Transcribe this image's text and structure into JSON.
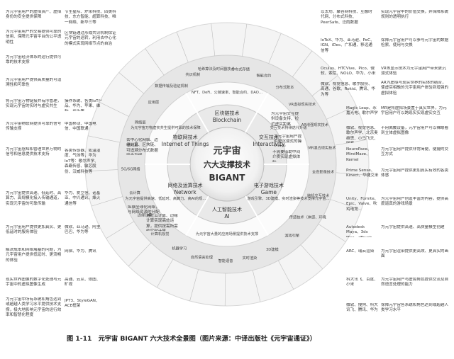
{
  "caption": "图 1-11　元宇宙 BIGANT 六大技术全景图（图片来源：中译出版社《元宇宙通证》）",
  "center": {
    "line1": "元宇宙",
    "line2": "六大支撑技术",
    "line3": "BIGANT"
  },
  "sectors": [
    {
      "cn": "区块链技术",
      "en": "Blockchain"
    },
    {
      "cn": "交互技术",
      "en": "Interactivity"
    },
    {
      "cn": "电子游戏技术",
      "en": "Game"
    },
    {
      "cn": "人工智能技术",
      "en": "AI"
    },
    {
      "cn": "网络及运算技术",
      "en": "Network"
    },
    {
      "cn": "物联网技术",
      "en": "Internet of Things"
    }
  ],
  "ring_labels": [
    "NFT、DeFi、公链速率、智能合约、DAO社区生态、去中心化交易所、分布式存储等区块链技术支撑元宇宙经济体系",
    "交互技术持续迭代升级",
    "游戏引擎、3D建模、实时渲染等技术支撑元宇宙内容",
    "为元宇宙大量的应用场景提供技术支撑",
    "为元宇宙提供高速、低延时、高算力、高AI的规模化接入",
    "为元宇宙万物虚实共生提供可靠的技术保障"
  ],
  "outer_labels": [
    "分布式存储",
    "智能合约",
    "分布式账本",
    "VR虚拟现实技术",
    "AR增强现实技术",
    "MR混合现实技术",
    "全息影像技术",
    "脑机交互技术",
    "传感技术（体感、环境等）",
    "游戏引擎",
    "3D建模",
    "实时渲染",
    "智能语音",
    "自然语言处理",
    "机器学习",
    "计算机视觉",
    "边缘计算",
    "云计算",
    "5G/6G网络",
    "感知层",
    "网络层",
    "应用层",
    "数据传输及验证机制",
    "共识机制",
    "哈希算法及时间戳技术"
  ],
  "left_notes": [
    "为元宇宙用户的虚拟资产、虚拟身份的安全提供保障",
    "为元宇宙用户的交易提供可靠的信用、保障元宇宙平台的公平透明性",
    "为元宇宙经济体系的运行提供可靠的技术支撑",
    "为元宇宙用户提供高质量的可追溯性和可靠性",
    "将元宇宙万物链接并有序管理，实现元宇宙的实时与虚实共生",
    "为元宇宙物联网提供可靠的信号传输支撑",
    "为元宇宙感知和管理世界万物的信号和信息提供技术支持",
    "为元宇宙提供高速、低延时、高算力、高规模化接入传输通道，实现元宇宙的可靠传输",
    "为元宇宙用户提供更加真实、更低延时的服务体验",
    "解决成本和网络堵塞的问题，为元宇宙用户提供低延时、更流畅的体验",
    "现实世界图像的数字化处理与元宇宙中的虚拟图像生成",
    "为元宇宙中所有系统和角色达到或超越人类学习水平提供技术支撑，极大地影响元宇宙的运行效率和智慧化程度"
  ],
  "company_notes": [
    "节生星际、炉米科技、四类科技、东方智能、超算科技、唯一网络、新华三等",
    "区块链通过形成共识机制保证元宇宙的运转，利用去中心化的模式实现网络节点的自治",
    "操作系统、各类IoT产品、华为、苹果、维软、华为等",
    "中国移动、中国电信、中国联通",
    "各类传感器、如温湿度、气体等，华为IoT等：歌尔声学、森霸传感、敏芯股份、汉威科技等",
    "华为、爱立信、诺基亚、中兴通讯、烽火通信等",
    "微软、亚马逊、阿里巴巴、华为等",
    "网宿、华为、腾讯",
    "高通、云从、依图、旷视",
    "JPT3、StyleGAN、ACE框架"
  ],
  "mid_notes": [
    "去中心化网络、边缘计算、区块链、可追溯分布式数据安全存储",
    "纵横全球化网络，与网络资源的分配",
    "通过云计算、边缘计算实现高效运算，提供按需所需的实时计算",
    "为元宇宙交互提供设备支持、拉近虚实距离",
    "为元宇宙用户提供更沉浸式的操控体验",
    "不需要借助中间介质实现虚拟体验"
  ],
  "right_notes": [
    "以太坊、聚谷网科技、互融时代网、分布式科技、PeerSafe、泛雨数据",
    "IoTeX、华为、亚马逊、PeC、IGN、iDec、广和通、移远通信等",
    "Oculus、HTCVive、Pico、微软、索尼、NOLO、华为、小米",
    "微软、视觉信息、歌尔股份、高通、谷歌、Rokid、腾讯、华为等",
    "Magic Leap、永嘉光电、歌尔声学",
    "微软、视觉信息、歌尔声学、北京奥维思、小马飞天、网易",
    "NeuroPace、MindMaze、Kernel",
    "Prime Sense、Kinect、华捷艾米",
    "Unity、Fornite、Epic、Valve、吹鸡电竞",
    "Autodesk Maya、3ds Max、zBrush",
    "ARC、瑞云渲染",
    "科大讯飞、百度、小米",
    "微软、搜狗、科大讯飞、腾讯、华为"
  ],
  "far_notes": [
    "实现元宇宙中的价值交换，并保障系统规则的透明执行",
    "保障元宇宙用户可以参与元宇宙的数据检索、使用与交换",
    "VR等显示技术为元宇宙用户带来更沉浸式体验",
    "AR为虚拟与现实世界的实体的结合，使虚实相融的元宇宙用户体验到增强的虚拟体验",
    "MR是将虚拟场景置于真实世界，为元宇宙用户可以跨现实实现虚实交互",
    "不用佩戴设备，元宇宙用户可以裸眼看到立体虚拟图像",
    "为元宇宙用户提供非常简便、便捷的交互方式",
    "为元宇宙用户提供更加真实有效的各类体感",
    "为元宇宙用户创造丰富的内容，提供高度逼真的游戏场景",
    "为元宇宙提供高速、高质量模型创建",
    "为元宇宙渲染提供更高效、更真实的画面",
    "为元宇宙用户与虚拟角色提供交流及自然语言处理的能力",
    "保障元宇宙各系统和角色达到或超越人类学习水平"
  ]
}
